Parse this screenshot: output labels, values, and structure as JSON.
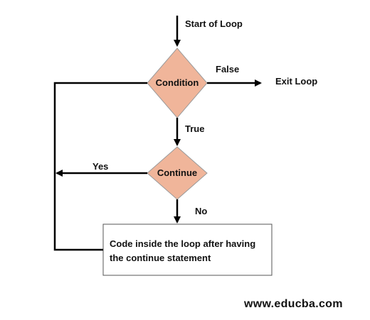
{
  "diagram": {
    "start_label": "Start of Loop",
    "condition_node": "Condition",
    "false_label": "False",
    "exit_label": "Exit Loop",
    "true_label": "True",
    "continue_node": "Continue",
    "yes_label": "Yes",
    "no_label": "No",
    "code_box_text": "Code inside the loop after having the continue statement",
    "watermark": "www.educba.com",
    "colors": {
      "diamond_fill": "#f0b59a",
      "diamond_stroke": "#9a9a9a",
      "line": "#000000"
    }
  }
}
